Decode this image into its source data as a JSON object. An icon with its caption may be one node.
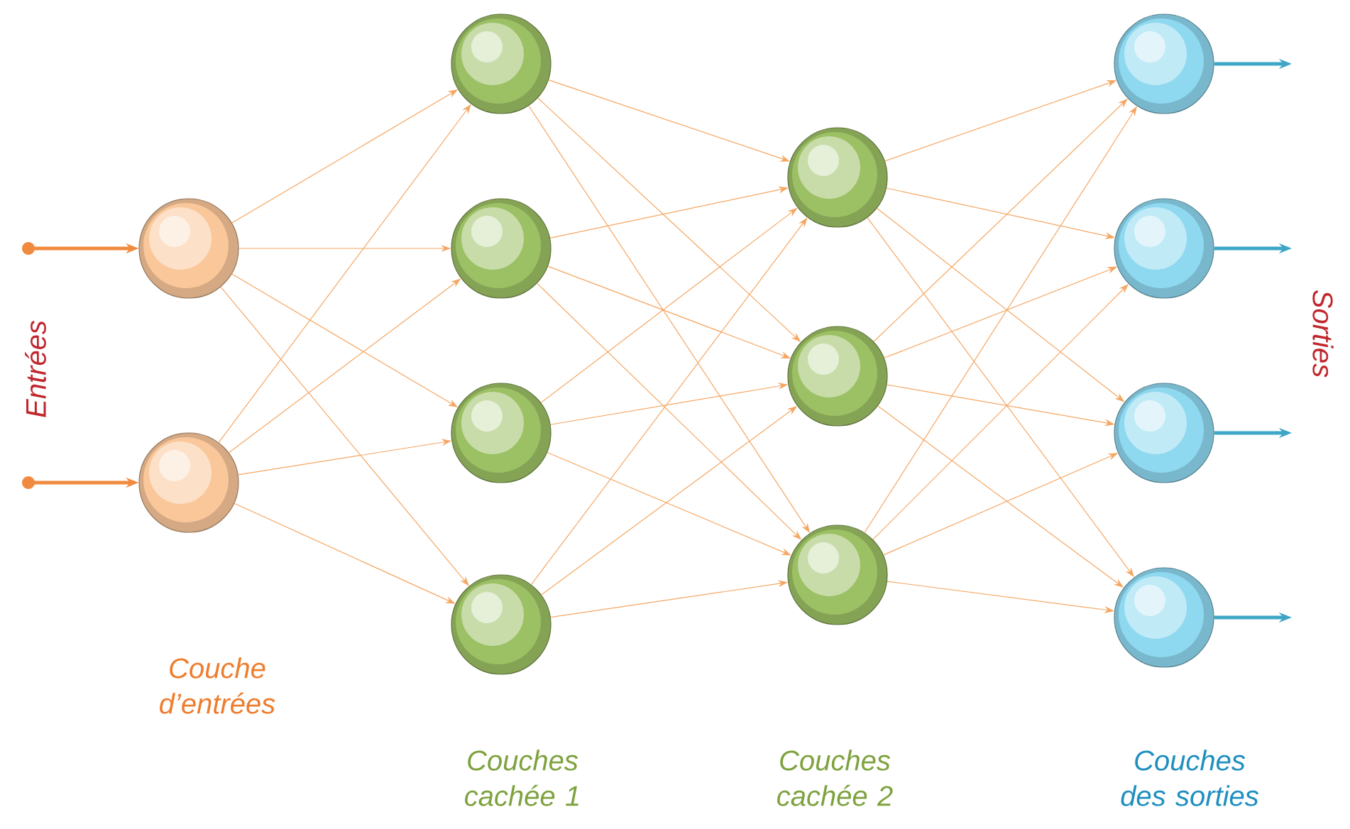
{
  "diagram": {
    "nodes": [
      {
        "text": [],
        "shape": "circle"
      },
      {
        "text": [],
        "shape": "circle"
      },
      {
        "text": [],
        "shape": "circle"
      },
      {
        "text": [],
        "shape": "circle"
      },
      {
        "text": [],
        "shape": "circle"
      },
      {
        "text": [],
        "shape": "circle"
      },
      {
        "text": [],
        "shape": "circle"
      },
      {
        "text": [],
        "shape": "circle"
      },
      {
        "text": [],
        "shape": "circle"
      },
      {
        "text": [],
        "shape": "circle"
      },
      {
        "text": [],
        "shape": "circle"
      },
      {
        "text": [],
        "shape": "circle"
      },
      {
        "text": [],
        "shape": "circle"
      }
    ],
    "edges": [
      {
        "from": null,
        "to": 0,
        "arrow": "to",
        "style": "thick",
        "color": "#f08a3e"
      },
      {
        "from": null,
        "to": 1,
        "arrow": "to",
        "style": "thick",
        "color": "#f08a3e"
      },
      {
        "from": 0,
        "to": 2,
        "arrow": "to"
      },
      {
        "from": 0,
        "to": 3,
        "arrow": "to"
      },
      {
        "from": 0,
        "to": 4,
        "arrow": "to"
      },
      {
        "from": 0,
        "to": 5,
        "arrow": "to"
      },
      {
        "from": 1,
        "to": 2,
        "arrow": "to"
      },
      {
        "from": 1,
        "to": 3,
        "arrow": "to"
      },
      {
        "from": 1,
        "to": 4,
        "arrow": "to"
      },
      {
        "from": 1,
        "to": 5,
        "arrow": "to"
      },
      {
        "from": 2,
        "to": 6,
        "arrow": "to"
      },
      {
        "from": 2,
        "to": 7,
        "arrow": "to"
      },
      {
        "from": 2,
        "to": 8,
        "arrow": "to"
      },
      {
        "from": 3,
        "to": 6,
        "arrow": "to"
      },
      {
        "from": 3,
        "to": 7,
        "arrow": "to"
      },
      {
        "from": 3,
        "to": 8,
        "arrow": "to"
      },
      {
        "from": 4,
        "to": 6,
        "arrow": "to"
      },
      {
        "from": 4,
        "to": 7,
        "arrow": "to"
      },
      {
        "from": 4,
        "to": 8,
        "arrow": "to"
      },
      {
        "from": 5,
        "to": 6,
        "arrow": "to"
      },
      {
        "from": 5,
        "to": 7,
        "arrow": "to"
      },
      {
        "from": 5,
        "to": 8,
        "arrow": "to"
      },
      {
        "from": 6,
        "to": 9,
        "arrow": "to"
      },
      {
        "from": 6,
        "to": 10,
        "arrow": "to"
      },
      {
        "from": 6,
        "to": 11,
        "arrow": "to"
      },
      {
        "from": 6,
        "to": 12,
        "arrow": "to"
      },
      {
        "from": 7,
        "to": 9,
        "arrow": "to"
      },
      {
        "from": 7,
        "to": 10,
        "arrow": "to"
      },
      {
        "from": 7,
        "to": 11,
        "arrow": "to"
      },
      {
        "from": 7,
        "to": 12,
        "arrow": "to"
      },
      {
        "from": 8,
        "to": 9,
        "arrow": "to"
      },
      {
        "from": 8,
        "to": 10,
        "arrow": "to"
      },
      {
        "from": 8,
        "to": 11,
        "arrow": "to"
      },
      {
        "from": 8,
        "to": 12,
        "arrow": "to"
      },
      {
        "from": 9,
        "to": null,
        "arrow": "to",
        "style": "thick",
        "color": "#3ea6c6"
      },
      {
        "from": 10,
        "to": null,
        "arrow": "to",
        "style": "thick",
        "color": "#3ea6c6"
      },
      {
        "from": 11,
        "to": null,
        "arrow": "to",
        "style": "thick",
        "color": "#3ea6c6"
      },
      {
        "from": 12,
        "to": null,
        "arrow": "to",
        "style": "thick",
        "color": "#3ea6c6"
      }
    ],
    "labels": [
      "Entrées",
      "Sorties",
      "Couche d’entrées",
      "Couches cachée 1",
      "Couches cachée 2",
      "Couches des sorties"
    ]
  }
}
